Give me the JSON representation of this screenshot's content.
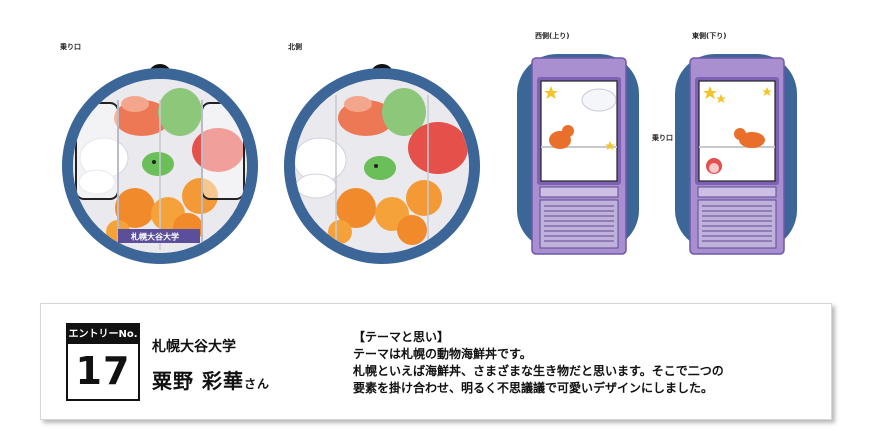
{
  "views": {
    "boarding_label": "乗り口",
    "north_label": "北側",
    "west_label": "西側(上り)",
    "east_label": "東側(下り)",
    "side_boarding_label": "乗り口",
    "sign_text": "札幌大谷大学"
  },
  "entry": {
    "label": "エントリーNo.",
    "number": "17"
  },
  "entrant": {
    "university": "札幌大谷大学",
    "name": "粟野 彩華",
    "honorific": "さん"
  },
  "theme": {
    "heading": "【テーマと思い】",
    "lines": [
      "テーマは札幌の動物海鮮丼です。",
      "札幌といえば海鮮丼、さまざまな生き物だと思います。そこで二つの",
      "要素を掛け合わせ、明るく不思議議で可愛いデザインにしました。"
    ]
  },
  "colors": {
    "ring": "#3c6598",
    "side_panel": "#a98fd0",
    "cabin_frame": "#7d62b3"
  }
}
